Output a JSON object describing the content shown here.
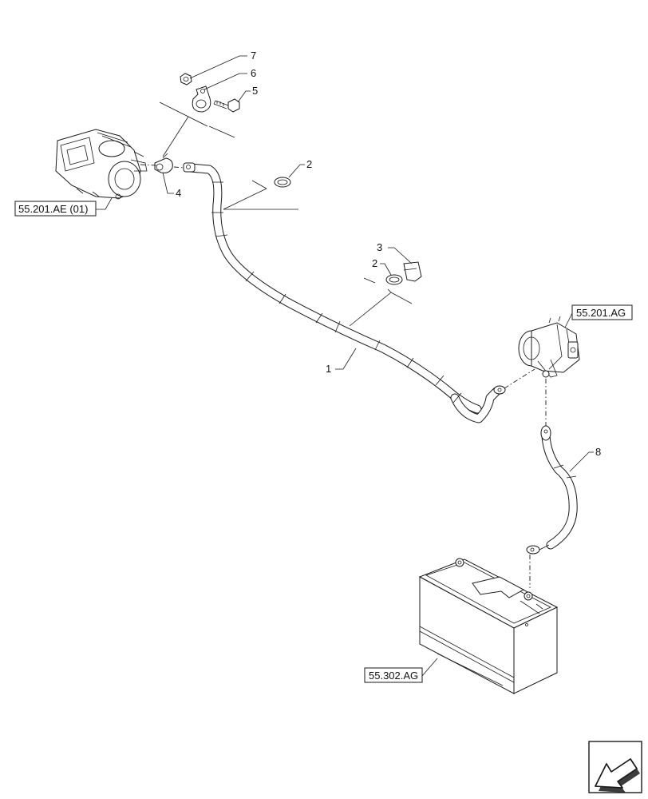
{
  "callouts": {
    "c1": "1",
    "c2a": "2",
    "c2b": "2",
    "c3": "3",
    "c4": "4",
    "c5": "5",
    "c6": "6",
    "c7": "7",
    "c8": "8"
  },
  "references": {
    "starter": "55.201.AE (01)",
    "alternator": "55.201.AG",
    "battery": "55.302.AG"
  },
  "icons": {
    "nav": "arrow-bottom-left-icon"
  }
}
